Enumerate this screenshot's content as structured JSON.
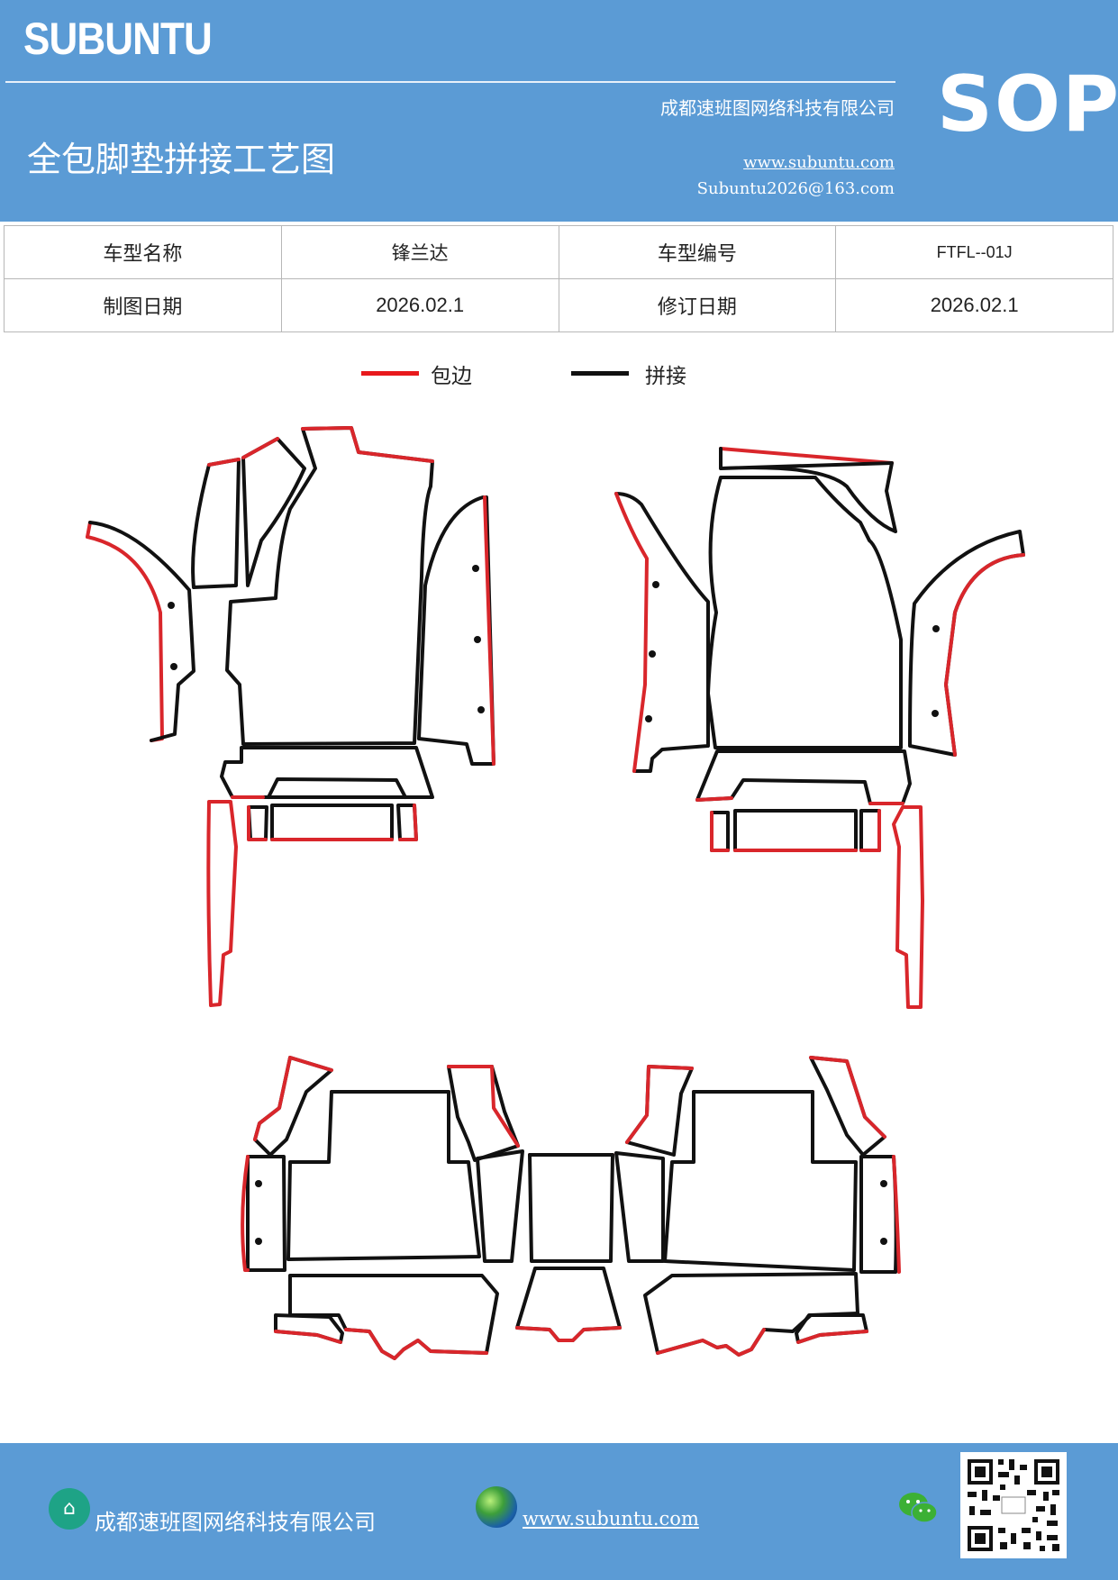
{
  "header": {
    "brand": "SUBUNTU",
    "badge": "SOP",
    "company": "成都速班图网络科技有限公司",
    "title": "全包脚垫拼接工艺图",
    "website": "www.subuntu.com",
    "email": "Subuntu2026@163.com"
  },
  "info_table": {
    "rows": [
      {
        "label1": "车型名称",
        "value1": "锋兰达",
        "label2": "车型编号",
        "value2": "FTFL--01J"
      },
      {
        "label1": "制图日期",
        "value1": "2026.02.1",
        "label2": "修订日期",
        "value2": "2026.02.1"
      }
    ]
  },
  "legend": {
    "items": [
      {
        "label": "包边",
        "color": "#e8191c"
      },
      {
        "label": "拼接",
        "color": "#111111"
      }
    ]
  },
  "colors": {
    "header_bg": "#5b9bd5",
    "edge": "#d9262b",
    "seam": "#111111"
  },
  "footer": {
    "company": "成都速班图网络科技有限公司",
    "website": "www.subuntu.com",
    "icons": [
      "building-icon",
      "globe-icon",
      "wechat-icon",
      "qr-code"
    ]
  }
}
